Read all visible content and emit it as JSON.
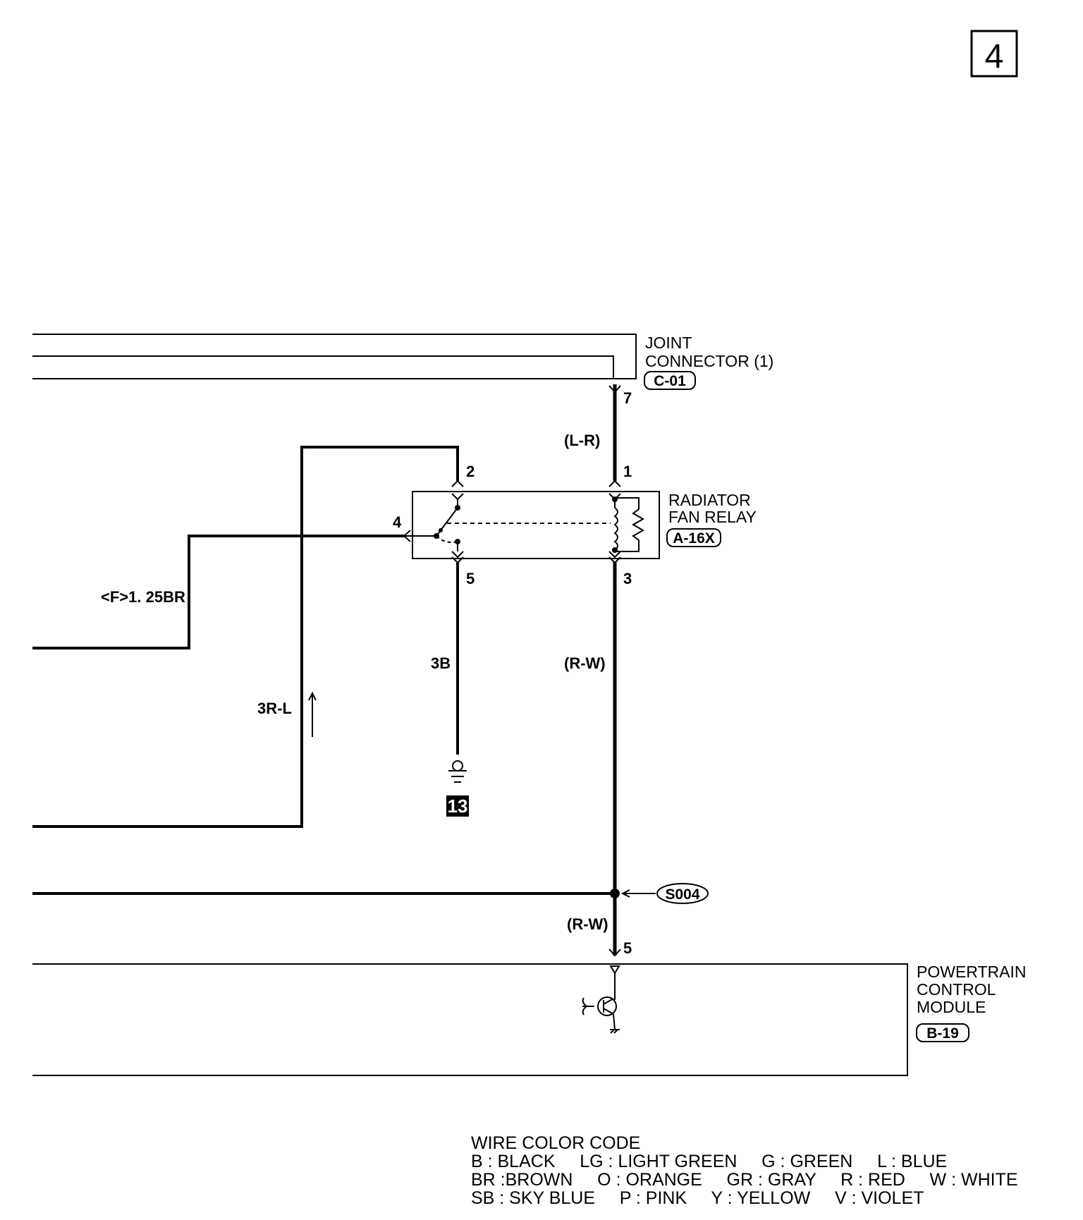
{
  "page_number": "4",
  "components": {
    "joint_connector": {
      "name_line1": "JOINT",
      "name_line2": "CONNECTOR (1)",
      "code": "C-01"
    },
    "relay": {
      "name_line1": "RADIATOR",
      "name_line2": "FAN RELAY",
      "code": "A-16X"
    },
    "pcm": {
      "name_line1": "POWERTRAIN",
      "name_line2": "CONTROL",
      "name_line3": "MODULE",
      "code": "B-19"
    },
    "splice": "S004",
    "ground": "13"
  },
  "pins": {
    "jc_7": "7",
    "relay_1": "1",
    "relay_2": "2",
    "relay_3": "3",
    "relay_4": "4",
    "relay_5": "5",
    "pcm_5": "5"
  },
  "wires": {
    "l_r": "(L-R)",
    "r_w_upper": "(R-W)",
    "r_w_lower": "(R-W)",
    "b3": "3B",
    "r_l": "3R-L",
    "f_br": "<F>1. 25BR"
  },
  "legend": {
    "title": "WIRE COLOR CODE",
    "row1": "B : BLACK     LG : LIGHT GREEN     G : GREEN     L : BLUE",
    "row2": "BR :BROWN     O : ORANGE     GR : GRAY     R : RED     W : WHITE",
    "row3": "SB : SKY BLUE     P : PINK     Y : YELLOW     V : VIOLET"
  }
}
